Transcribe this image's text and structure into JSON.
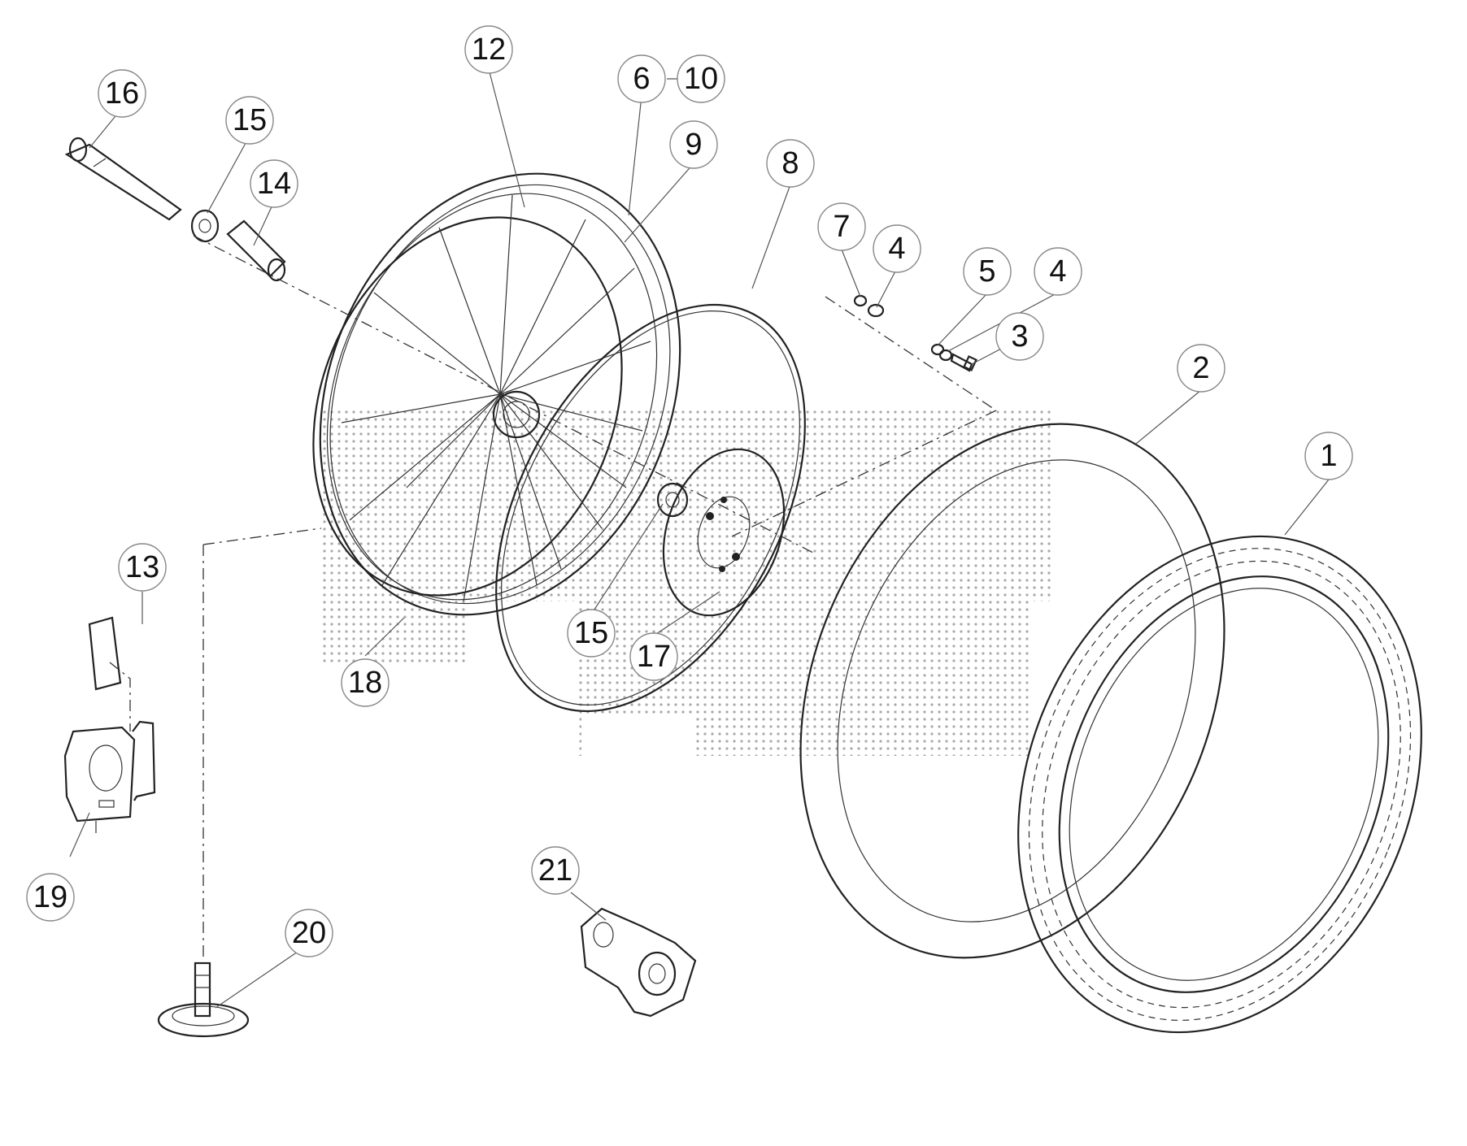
{
  "callouts": {
    "c1": "1",
    "c2": "2",
    "c3": "3",
    "c4a": "4",
    "c4b": "4",
    "c5": "5",
    "c6": "6",
    "c7": "7",
    "c8": "8",
    "c9": "9",
    "c10": "10",
    "c12": "12",
    "c13": "13",
    "c14": "14",
    "c15a": "15",
    "c15b": "15",
    "c16": "16",
    "c17": "17",
    "c18": "18",
    "c19": "19",
    "c20": "20",
    "c21": "21"
  },
  "watermark_color": "#9a9a9a",
  "line_color": "#222222"
}
